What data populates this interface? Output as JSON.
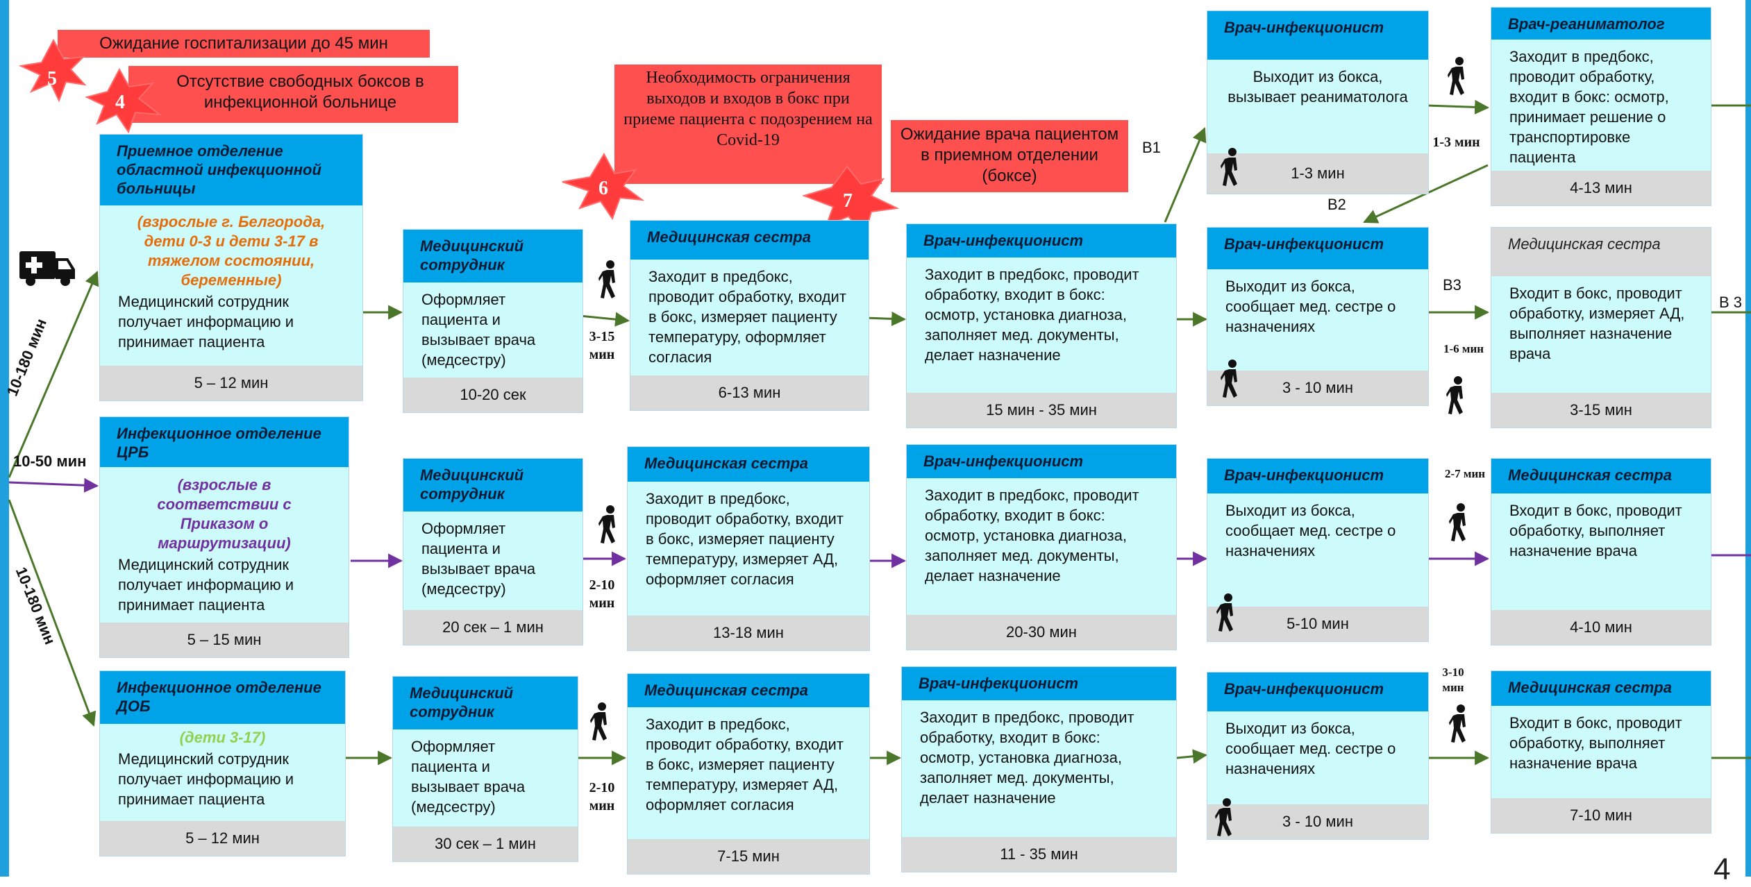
{
  "colors": {
    "header_blue": "#00a3e8",
    "box_fill": "#cdfbfb",
    "footer_grey": "#d9d9d9",
    "alert_red": "#ff5050",
    "star_red": "#ff3b3b",
    "route_green": "#4a7729",
    "route_purple": "#7030a0",
    "side_blue": "#1fa0dd"
  },
  "icons": {
    "ambulance": "ambulance-icon",
    "walker": "walking-person-icon"
  },
  "alerts": [
    {
      "text": "Ожидание госпитализации до 45 мин"
    },
    {
      "text": "Отсутствие свободных боксов в инфекционной больнице"
    },
    {
      "text": "Необходимость ограничения выходов и входов в бокс при приеме пациента с подозрением на Covid-19"
    },
    {
      "text": "Ожидание врача пациентом в приемном отделении (боксе)"
    }
  ],
  "stars": [
    "5",
    "4",
    "6",
    "7"
  ],
  "routes": {
    "top": "10-180 мин",
    "middle": "10-50 мин",
    "bottom": "10-180 мин"
  },
  "row1": {
    "entry": {
      "title": "Приемное отделение областной инфекционной больницы",
      "subtitle": "(взрослые г. Белгорода, дети 0-3 и дети 3-17 в тяжелом состоянии, беременные)",
      "body": "Медицинский сотрудник получает информацию и принимает пациента",
      "time": "5 – 12 мин"
    },
    "staff": {
      "title": "Медицинский сотрудник",
      "body": "Оформляет пациента и вызывает врача (медсестру)",
      "time": "10-20 сек"
    },
    "walk_time": "3-15 мин",
    "nurse": {
      "title": "Медицинская сестра",
      "body": "Заходит в предбокс, проводит обработку, входит в бокс, измеряет пациенту температуру, оформляет согласия",
      "time": "6-13 мин"
    },
    "doctor": {
      "title": "Врач-инфекционист",
      "body": "Заходит в предбокс, проводит обработку, входит в бокс: осмотр, установка диагноза, заполняет мед. документы, делает назначение",
      "time": "15 мин - 35 мин"
    },
    "b1_label": "В1",
    "b1": {
      "title": "Врач-инфекционист",
      "body": "Выходит из бокса, вызывает реаниматолога",
      "time": "1-3 мин"
    },
    "b1_walk": "1-3 мин",
    "reanim": {
      "title": "Врач-реаниматолог",
      "body": "Заходит в предбокс, проводит обработку, входит в бокс: осмотр, принимает решение о транспортировке пациента",
      "time": "4-13 мин"
    },
    "b2_label": "В2",
    "b2": {
      "title": "Врач-инфекционист",
      "body": "Выходит из бокса, сообщает мед. сестре о назначениях",
      "time": "3 - 10 мин"
    },
    "b3_label": "В3",
    "b3_walk": "1-6 мин",
    "b3": {
      "title": "Медицинская сестра",
      "body": "Входит в бокс, проводит обработку, измеряет АД, выполняет назначение врача",
      "time": "3-15 мин"
    },
    "b3_right": "В 3"
  },
  "row2": {
    "entry": {
      "title": "Инфекционное отделение ЦРБ",
      "subtitle": "(взрослые в соответствии с Приказом о маршрутизации)",
      "body": "Медицинский сотрудник получает информацию и принимает пациента",
      "time": "5 – 15 мин"
    },
    "staff": {
      "title": "Медицинский сотрудник",
      "body": "Оформляет пациента и вызывает врача (медсестру)",
      "time": "20 сек – 1 мин"
    },
    "walk_time": "2-10 мин",
    "nurse": {
      "title": "Медицинская сестра",
      "body": "Заходит в предбокс, проводит обработку, входит в бокс, измеряет пациенту температуру, измеряет АД, оформляет согласия",
      "time": "13-18 мин"
    },
    "doctor": {
      "title": "Врач-инфекционист",
      "body": "Заходит в предбокс, проводит обработку, входит в бокс: осмотр, установка диагноза, заполняет мед. документы, делает назначение",
      "time": "20-30 мин"
    },
    "out": {
      "title": "Врач-инфекционист",
      "body": "Выходит из бокса, сообщает мед. сестре о назначениях",
      "time": "5-10 мин"
    },
    "last_walk": "2-7 мин",
    "last": {
      "title": "Медицинская сестра",
      "body": "Входит в бокс, проводит обработку, выполняет назначение врача",
      "time": "4-10 мин"
    }
  },
  "row3": {
    "entry": {
      "title": "Инфекционное отделение ДОБ",
      "subtitle": "(дети 3-17)",
      "body": "Медицинский сотрудник получает информацию и принимает пациента",
      "time": "5 – 12 мин"
    },
    "staff": {
      "title": "Медицинский сотрудник",
      "body": "Оформляет пациента и вызывает врача (медсестру)",
      "time": "30 сек – 1 мин"
    },
    "walk_time": "2-10 мин",
    "nurse": {
      "title": "Медицинская сестра",
      "body": "Заходит в предбокс, проводит обработку, входит в бокс, измеряет пациенту температуру, измеряет АД, оформляет согласия",
      "time": "7-15 мин"
    },
    "doctor": {
      "title": "Врач-инфекционист",
      "body": "Заходит в предбокс, проводит обработку, входит в бокс: осмотр, установка диагноза, заполняет мед. документы, делает назначение",
      "time": "11 - 35 мин"
    },
    "out": {
      "title": "Врач-инфекционист",
      "body": "Выходит из бокса, сообщает мед. сестре о назначениях",
      "time": "3 - 10 мин"
    },
    "last_walk": "3-10 мин",
    "last": {
      "title": "Медицинская сестра",
      "body": "Входит в бокс, проводит обработку, выполняет назначение врача",
      "time": "7-10 мин"
    }
  },
  "page_number": "4"
}
